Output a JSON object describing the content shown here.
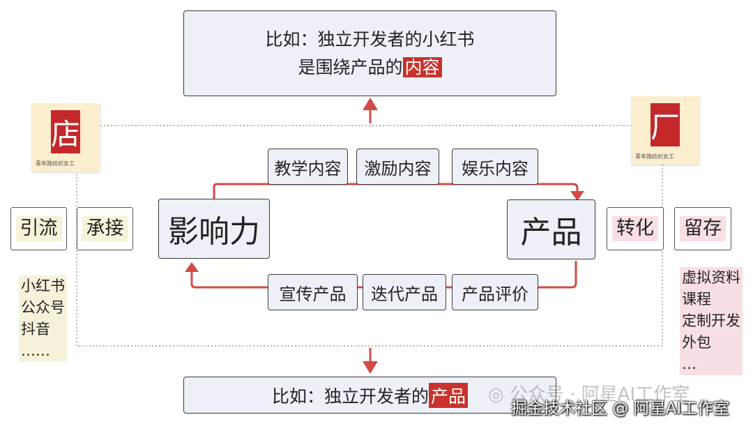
{
  "top_box": {
    "line1": "比如：独立开发者的小红书",
    "line2_pre": "是围绕产品的",
    "line2_hl": "内容"
  },
  "bottom_box": {
    "pre": "比如：独立开发者的",
    "hl": "产品"
  },
  "stamp_left": {
    "glyph": "店",
    "caption": "青年路纺织女工"
  },
  "stamp_right": {
    "glyph": "厂",
    "caption": "青年路纺织女工"
  },
  "nodes": {
    "influence": "影响力",
    "product": "产品"
  },
  "top_labels": [
    "教学内容",
    "激励内容",
    "娱乐内容"
  ],
  "bottom_labels": [
    "宣传产品",
    "迭代产品",
    "产品评价"
  ],
  "left_tags": [
    "引流",
    "承接"
  ],
  "right_tags": [
    "转化",
    "留存"
  ],
  "left_list": [
    "小红书",
    "公众号",
    "抖音",
    "……"
  ],
  "right_list": [
    "虚拟资料",
    "课程",
    "定制开发",
    "外包",
    "…"
  ],
  "watermark": "公众号 · 阿星AI工作室",
  "brand": "掘金技术社区 @ 阿星AI工作室",
  "colors": {
    "accent_red": "#c9332d",
    "node_fill": "#eef0f8",
    "yellow_hl": "#f6f1d9",
    "pink_hl": "#f8dfe3"
  }
}
